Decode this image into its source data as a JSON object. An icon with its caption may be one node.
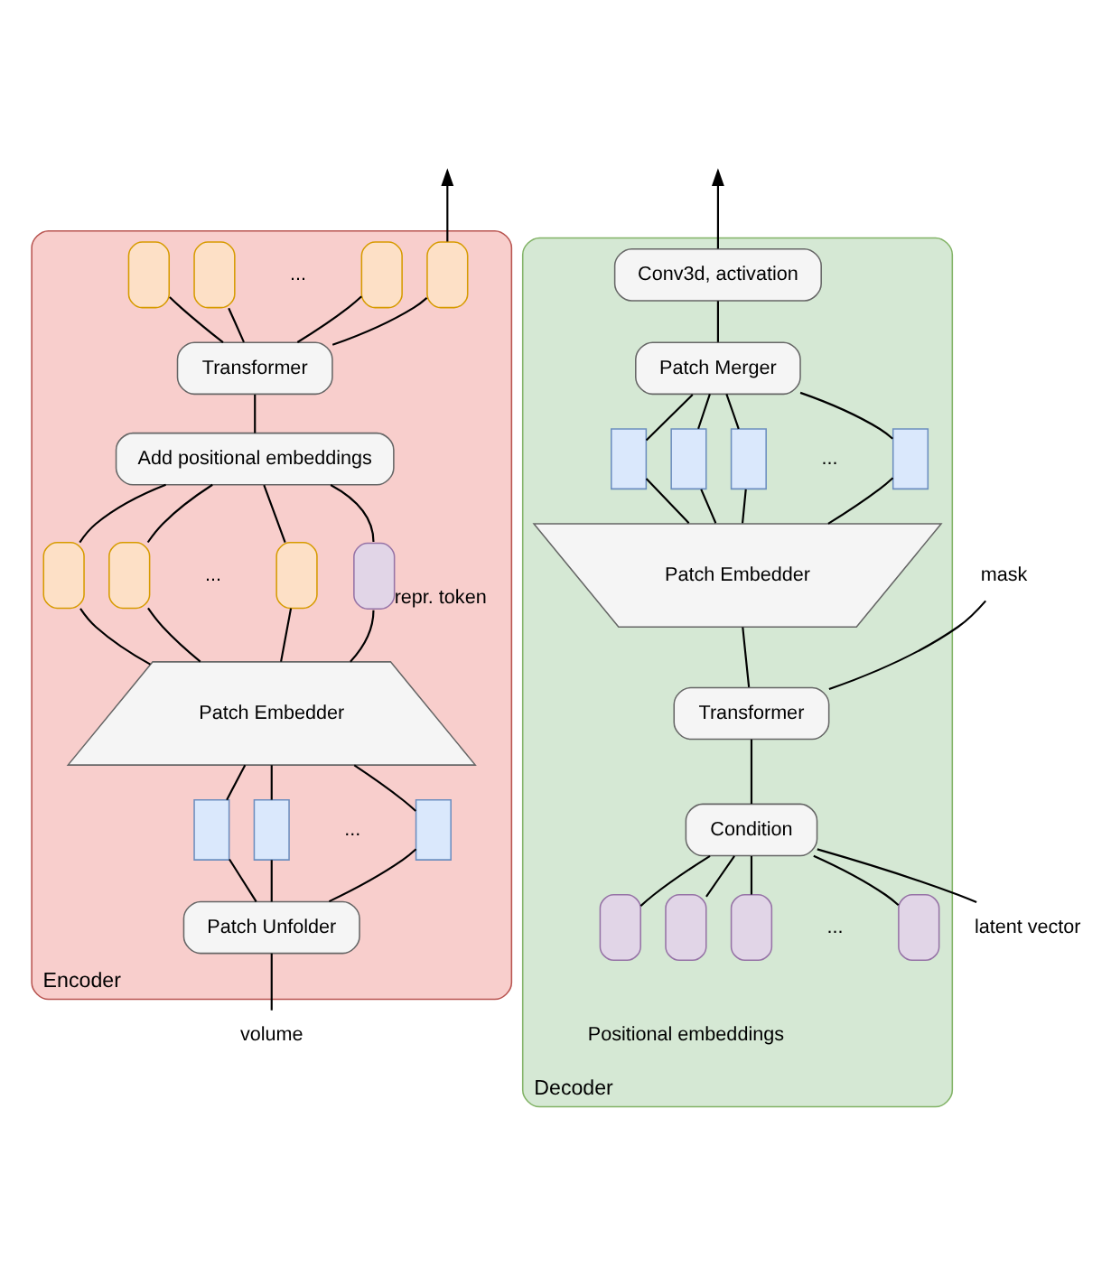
{
  "diagram": {
    "nodes": [
      {
        "text": [
          "Encoder"
        ]
      },
      {
        "text": [],
        "shape": "capsule",
        "in": 0
      },
      {
        "text": [],
        "shape": "capsule",
        "in": 0
      },
      {
        "text": [],
        "shape": "capsule",
        "in": 0
      },
      {
        "text": [],
        "shape": "capsule",
        "in": 0
      },
      {
        "text": [
          "Transformer"
        ],
        "in": 0
      },
      {
        "text": [
          "Add positional embeddings"
        ],
        "in": 0
      },
      {
        "text": [],
        "shape": "capsule",
        "in": 0
      },
      {
        "text": [],
        "shape": "capsule",
        "in": 0
      },
      {
        "text": [],
        "shape": "capsule",
        "in": 0
      },
      {
        "text": [],
        "shape": "capsule",
        "in": 0,
        "beside": [
          "repr. token"
        ]
      },
      {
        "text": [
          "Patch Embedder"
        ],
        "in": 0
      },
      {
        "text": [],
        "shape": "box",
        "in": 0
      },
      {
        "text": [],
        "shape": "box",
        "in": 0
      },
      {
        "text": [],
        "shape": "box",
        "in": 0
      },
      {
        "text": [
          "Patch Unfolder"
        ],
        "in": 0
      },
      {
        "text": [
          "volume"
        ]
      },
      {
        "text": [
          "Decoder"
        ]
      },
      {
        "text": [
          "Conv3d, activation"
        ],
        "in": 17
      },
      {
        "text": [
          "Patch Merger"
        ],
        "in": 17
      },
      {
        "text": [],
        "shape": "box",
        "in": 17
      },
      {
        "text": [],
        "shape": "box",
        "in": 17
      },
      {
        "text": [],
        "shape": "box",
        "in": 17
      },
      {
        "text": [],
        "shape": "box",
        "in": 17
      },
      {
        "text": [
          "Patch Embedder"
        ],
        "in": 17
      },
      {
        "text": [
          "Transformer"
        ],
        "in": 17
      },
      {
        "text": [
          "Condition"
        ],
        "in": 17
      },
      {
        "text": [],
        "shape": "capsule",
        "in": 17
      },
      {
        "text": [],
        "shape": "capsule",
        "in": 17
      },
      {
        "text": [],
        "shape": "capsule",
        "in": 17
      },
      {
        "text": [],
        "shape": "capsule",
        "in": 17
      },
      {
        "text": [
          "mask"
        ]
      },
      {
        "text": [
          "latent vector"
        ]
      }
    ],
    "edges": [
      {
        "from": 4,
        "to": null,
        "arrow": "to"
      },
      {
        "from": 5,
        "to": 1,
        "arrow": "none"
      },
      {
        "from": 5,
        "to": 2,
        "arrow": "none"
      },
      {
        "from": 5,
        "to": 3,
        "arrow": "none"
      },
      {
        "from": 5,
        "to": 4,
        "arrow": "none"
      },
      {
        "from": 6,
        "to": 5,
        "arrow": "none"
      },
      {
        "from": 7,
        "to": 6,
        "arrow": "none"
      },
      {
        "from": 8,
        "to": 6,
        "arrow": "none"
      },
      {
        "from": 9,
        "to": 6,
        "arrow": "none"
      },
      {
        "from": 10,
        "to": 6,
        "arrow": "none"
      },
      {
        "from": 11,
        "to": 7,
        "arrow": "none"
      },
      {
        "from": 11,
        "to": 8,
        "arrow": "none"
      },
      {
        "from": 11,
        "to": 9,
        "arrow": "none"
      },
      {
        "from": 11,
        "to": 10,
        "arrow": "none"
      },
      {
        "from": 12,
        "to": 11,
        "arrow": "none"
      },
      {
        "from": 13,
        "to": 11,
        "arrow": "none"
      },
      {
        "from": 14,
        "to": 11,
        "arrow": "none"
      },
      {
        "from": 15,
        "to": 12,
        "arrow": "none"
      },
      {
        "from": 15,
        "to": 13,
        "arrow": "none"
      },
      {
        "from": 15,
        "to": 14,
        "arrow": "none"
      },
      {
        "from": 16,
        "to": 15,
        "arrow": "none"
      },
      {
        "from": 18,
        "to": null,
        "arrow": "to"
      },
      {
        "from": 19,
        "to": 18,
        "arrow": "none"
      },
      {
        "from": 20,
        "to": 19,
        "arrow": "none"
      },
      {
        "from": 21,
        "to": 19,
        "arrow": "none"
      },
      {
        "from": 22,
        "to": 19,
        "arrow": "none"
      },
      {
        "from": 23,
        "to": 19,
        "arrow": "none"
      },
      {
        "from": 24,
        "to": 20,
        "arrow": "none"
      },
      {
        "from": 24,
        "to": 21,
        "arrow": "none"
      },
      {
        "from": 24,
        "to": 22,
        "arrow": "none"
      },
      {
        "from": 24,
        "to": 23,
        "arrow": "none"
      },
      {
        "from": 25,
        "to": 24,
        "arrow": "none"
      },
      {
        "from": 26,
        "to": 25,
        "arrow": "none"
      },
      {
        "from": 27,
        "to": 26,
        "arrow": "none"
      },
      {
        "from": 28,
        "to": 26,
        "arrow": "none"
      },
      {
        "from": 29,
        "to": 26,
        "arrow": "none"
      },
      {
        "from": 30,
        "to": 26,
        "arrow": "none"
      },
      {
        "from": 25,
        "to": 31,
        "arrow": "none"
      },
      {
        "from": 32,
        "to": 26,
        "arrow": "none"
      }
    ],
    "labels": [
      "...",
      "...",
      "...",
      "...",
      "...",
      "Positional embeddings"
    ]
  }
}
